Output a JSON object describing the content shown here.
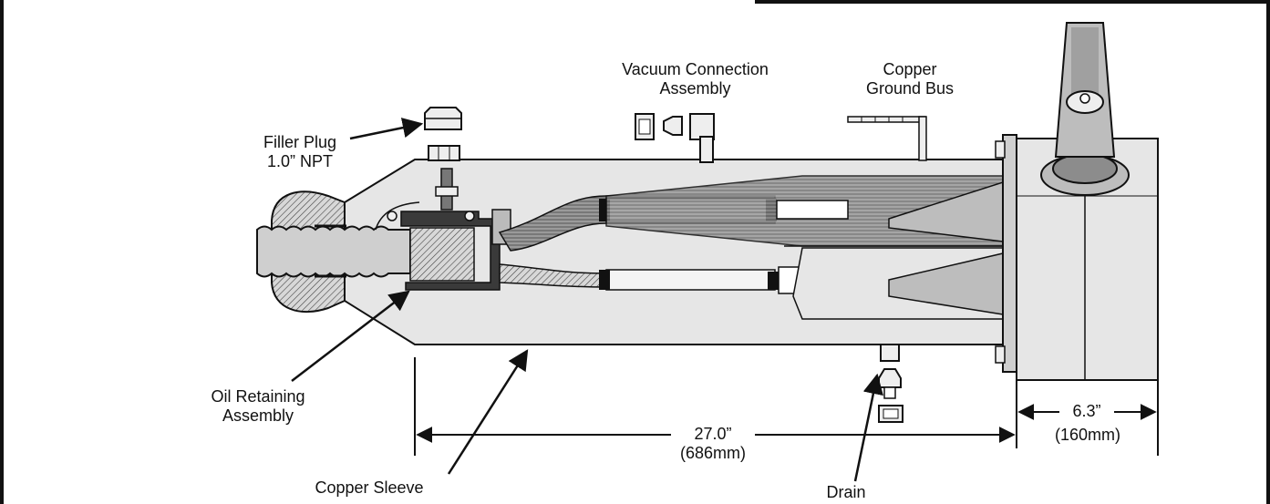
{
  "labels": {
    "filler_plug_line1": "Filler Plug",
    "filler_plug_line2": "1.0” NPT",
    "vacuum_line1": "Vacuum Connection",
    "vacuum_line2": "Assembly",
    "copper_bus_line1": "Copper",
    "copper_bus_line2": "Ground Bus",
    "oil_line1": "Oil Retaining",
    "oil_line2": "Assembly",
    "copper_sleeve": "Copper Sleeve",
    "drain": "Drain"
  },
  "dimensions": {
    "length_in": "27.0”",
    "length_mm": "(686mm)",
    "width_in": "6.3”",
    "width_mm": "(160mm)"
  },
  "colors": {
    "body_fill": "#e6e6e6",
    "dark_fill": "#8c8c8c",
    "mid_fill": "#bdbdbd",
    "line": "#111111"
  }
}
